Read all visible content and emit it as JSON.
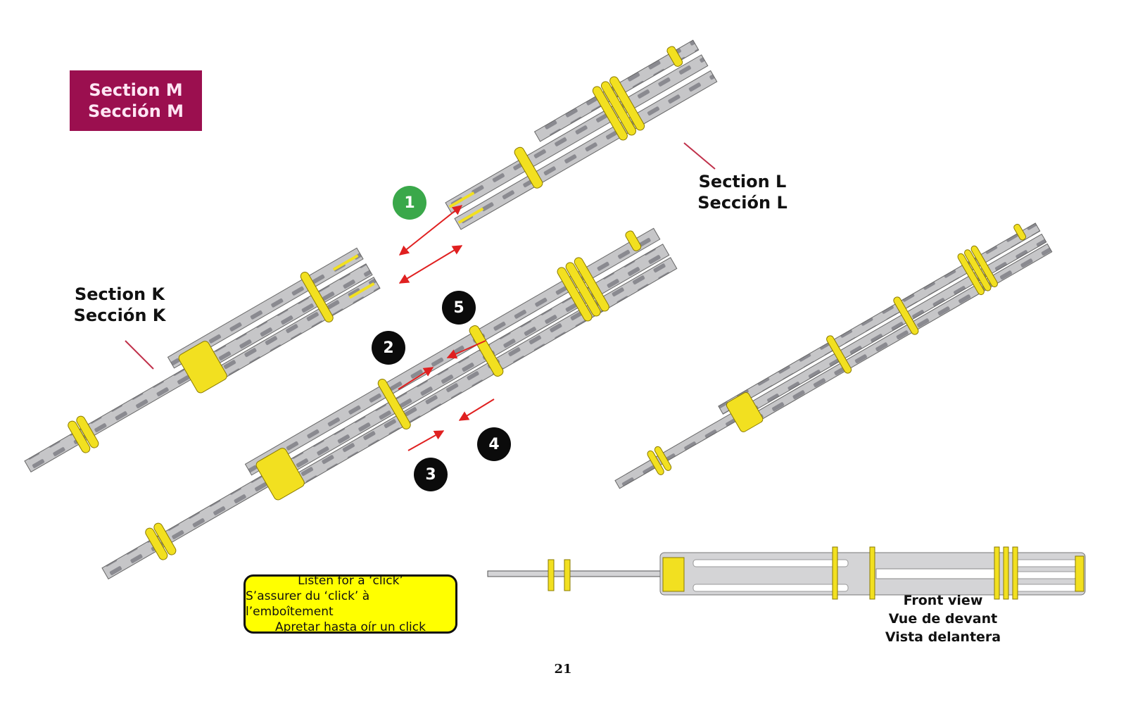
{
  "page": {
    "section_badge": {
      "line1": "Section M",
      "line2": "Sección M",
      "color": "#9b0f4f"
    },
    "labels": {
      "section_k": {
        "line1": "Section K",
        "line2": "Sección K"
      },
      "section_l": {
        "line1": "Section L",
        "line2": "Sección L"
      }
    },
    "steps": [
      {
        "number": "1",
        "style": "green"
      },
      {
        "number": "2",
        "style": "black"
      },
      {
        "number": "3",
        "style": "black"
      },
      {
        "number": "4",
        "style": "black"
      },
      {
        "number": "5",
        "style": "black"
      }
    ],
    "note": {
      "line1": "Listen for a ‘click’",
      "line2": "S’assurer du ‘click’ à l’emboîtement",
      "line3": "Apretar hasta oír un click",
      "background": "#ffff00"
    },
    "front_view": {
      "line1": "Front view",
      "line2": "Vue de devant",
      "line3": "Vista delantera"
    },
    "page_number": "21",
    "colors": {
      "part_gray": "#c4c4c6",
      "clip_yellow": "#f2e020",
      "arrow_red": "#e02020"
    }
  }
}
